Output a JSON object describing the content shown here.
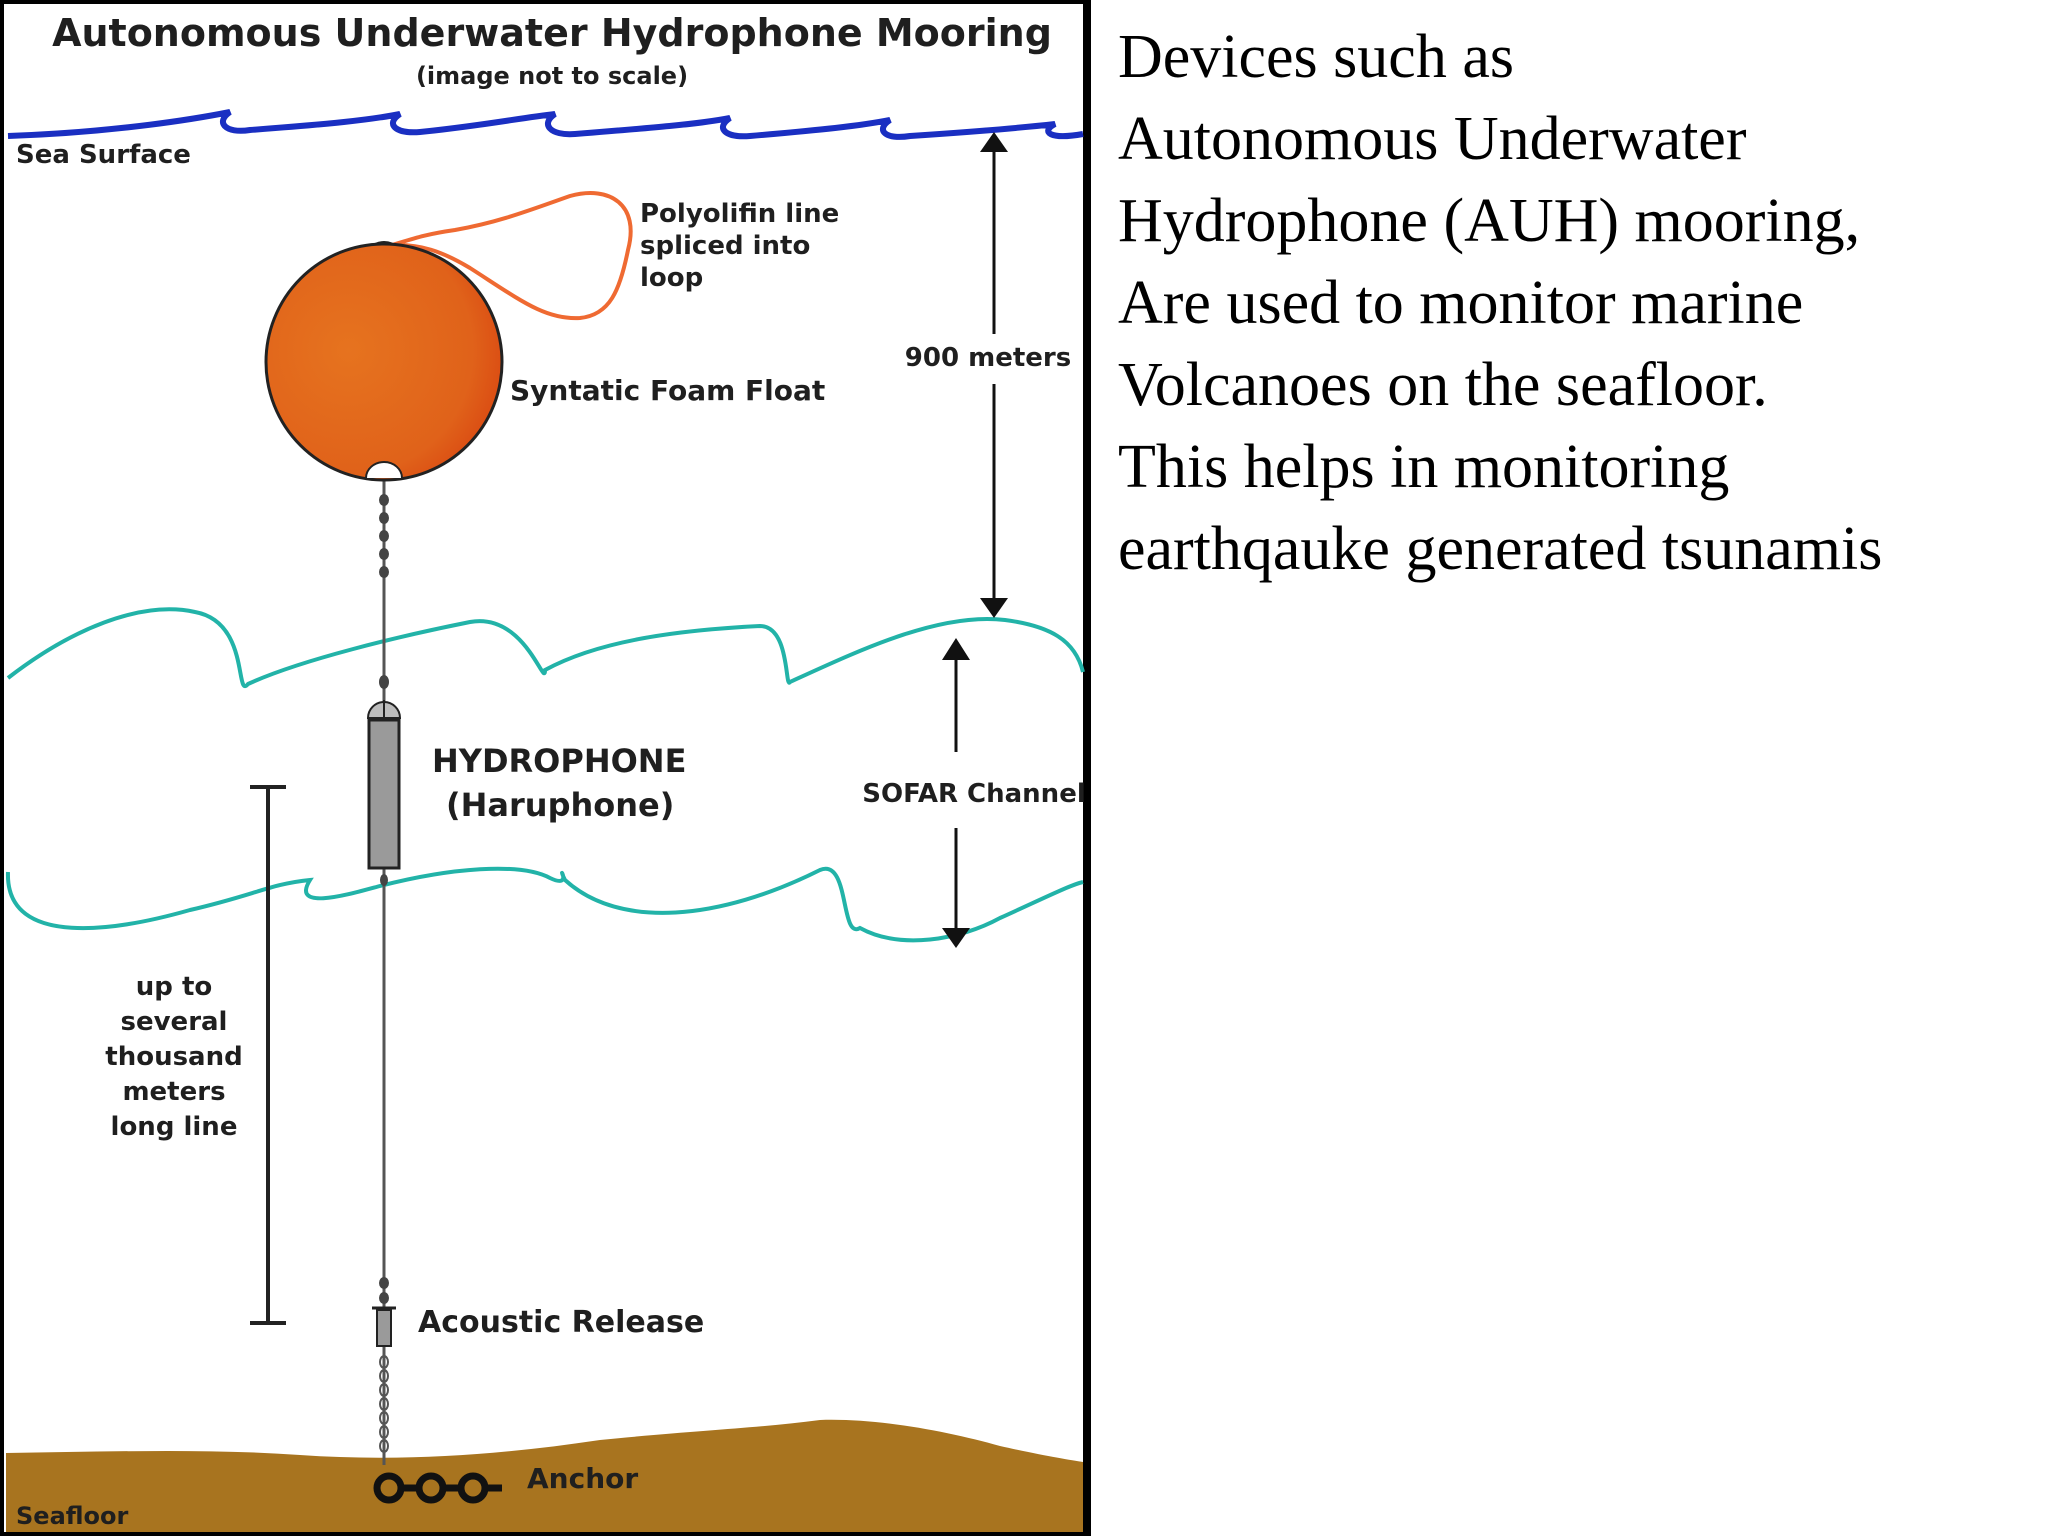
{
  "diagram": {
    "title": "Autonomous Underwater Hydrophone Mooring",
    "subtitle": "(image not to scale)",
    "labels": {
      "sea_surface": "Sea Surface",
      "polyolifin_line": [
        "Polyolifin line",
        "spliced into",
        "loop"
      ],
      "float": "Syntatic Foam Float",
      "depth_900": "900 meters",
      "hydrophone": [
        "HYDROPHONE",
        "(Haruphone)"
      ],
      "sofar": "SOFAR Channel",
      "long_line": [
        "up to",
        "several",
        "thousand",
        "meters",
        "long line"
      ],
      "acoustic_release": "Acoustic Release",
      "anchor": "Anchor",
      "seafloor": "Seafloor"
    },
    "colors": {
      "sea_surface": "#1a2fc2",
      "sofar_boundary": "#22b3a8",
      "float": "#e2621a",
      "line_loop": "#ef6a32",
      "seafloor": "#a8741f",
      "hydrophone": "#9a9a9a"
    }
  },
  "description": {
    "lines": [
      "Devices such as",
      "Autonomous Underwater",
      "Hydrophone (AUH) mooring,",
      "Are used to monitor marine",
      "Volcanoes on the seafloor.",
      "This helps in monitoring",
      "earthqauke generated tsunamis"
    ]
  }
}
